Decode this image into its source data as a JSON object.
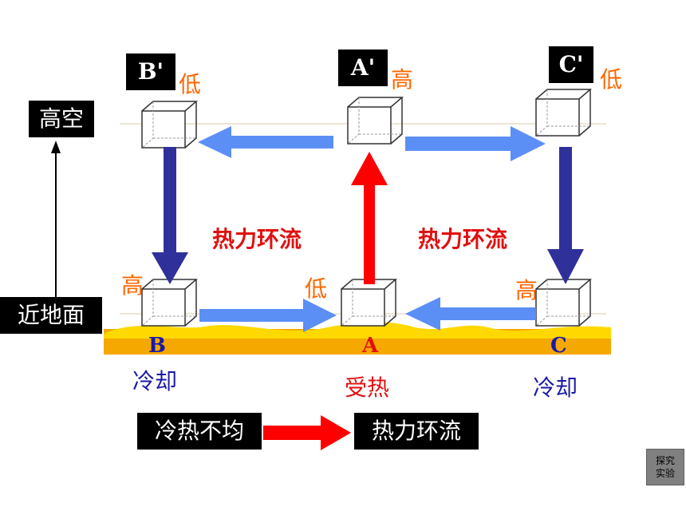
{
  "labels": {
    "b_prime": "B'",
    "a_prime": "A'",
    "c_prime": "C'",
    "high_altitude": "高空",
    "near_ground": "近地面",
    "circulation_left": "热力环流",
    "circulation_right": "热力环流"
  },
  "pressure": {
    "b_prime": "低",
    "a_prime": "高",
    "c_prime": "低",
    "b": "高",
    "a": "低",
    "c": "高"
  },
  "ground": {
    "b": "B",
    "a": "A",
    "c": "C"
  },
  "temperature": {
    "b": "冷却",
    "a": "受热",
    "c": "冷却"
  },
  "legend": {
    "cause": "冷热不均",
    "effect": "热力环流"
  },
  "explore_button": "探究实验",
  "colors": {
    "light_blue_arrow": "#5b8ff5",
    "dark_blue_arrow": "#30309a",
    "red_arrow": "#ff0000",
    "ground_orange": "#f5a800",
    "ground_yellow": "#ffd800",
    "pressure_text": "#ff6600",
    "circulation_text": "#e01010",
    "cool_text": "#1a1aa8",
    "heat_text": "#e01010"
  }
}
